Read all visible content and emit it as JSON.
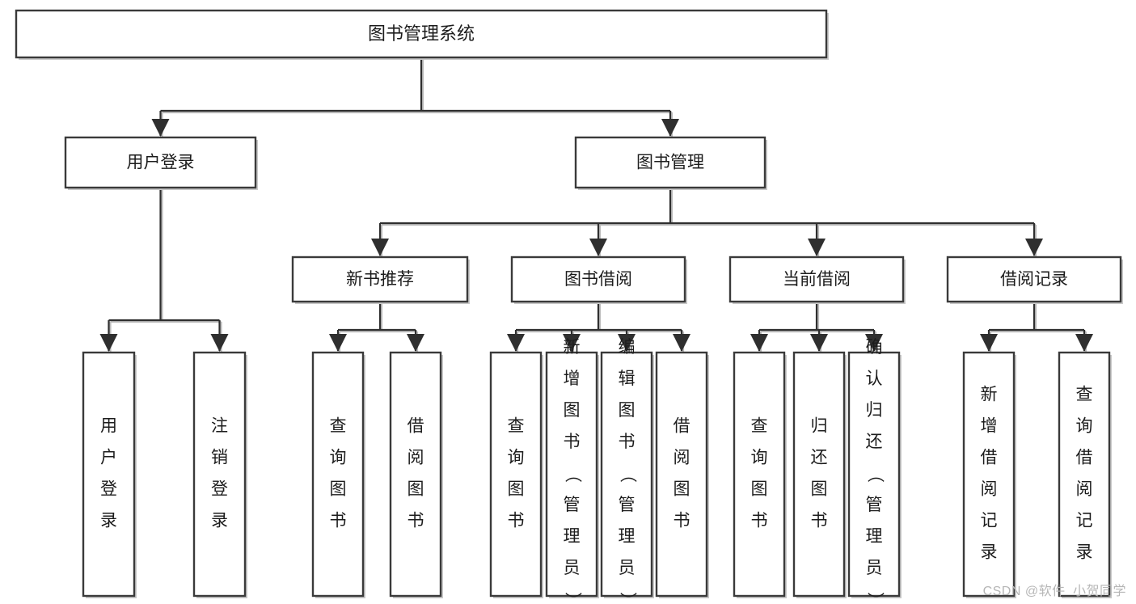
{
  "diagram": {
    "type": "tree",
    "title": "图书管理系统",
    "watermark": "CSDN @软件_小贺同学",
    "colors": {
      "box_stroke": "#3a3a3a",
      "box_fill": "#ffffff",
      "connector": "#2f2f2f",
      "text": "#1c1c1c",
      "watermark": "#b6b6b6",
      "background": "#ffffff"
    },
    "root": {
      "label": "图书管理系统"
    },
    "level2": [
      {
        "label": "用户登录"
      },
      {
        "label": "图书管理"
      }
    ],
    "level3": [
      {
        "label": "新书推荐"
      },
      {
        "label": "图书借阅"
      },
      {
        "label": "当前借阅"
      },
      {
        "label": "借阅记录"
      }
    ],
    "leaves": {
      "user_login": [
        {
          "label": "用户登录"
        },
        {
          "label": "注销登录"
        }
      ],
      "new_book_recommend": [
        {
          "label": "查询图书"
        },
        {
          "label": "借阅图书"
        }
      ],
      "book_borrow": [
        {
          "label": "查询图书"
        },
        {
          "label": "新增图书（管理员）"
        },
        {
          "label": "编辑图书（管理员）"
        },
        {
          "label": "借阅图书"
        }
      ],
      "current_borrow": [
        {
          "label": "查询图书"
        },
        {
          "label": "归还图书"
        },
        {
          "label": "确认归还（管理员）"
        }
      ],
      "borrow_record": [
        {
          "label": "新增借阅记录"
        },
        {
          "label": "查询借阅记录"
        }
      ]
    }
  }
}
